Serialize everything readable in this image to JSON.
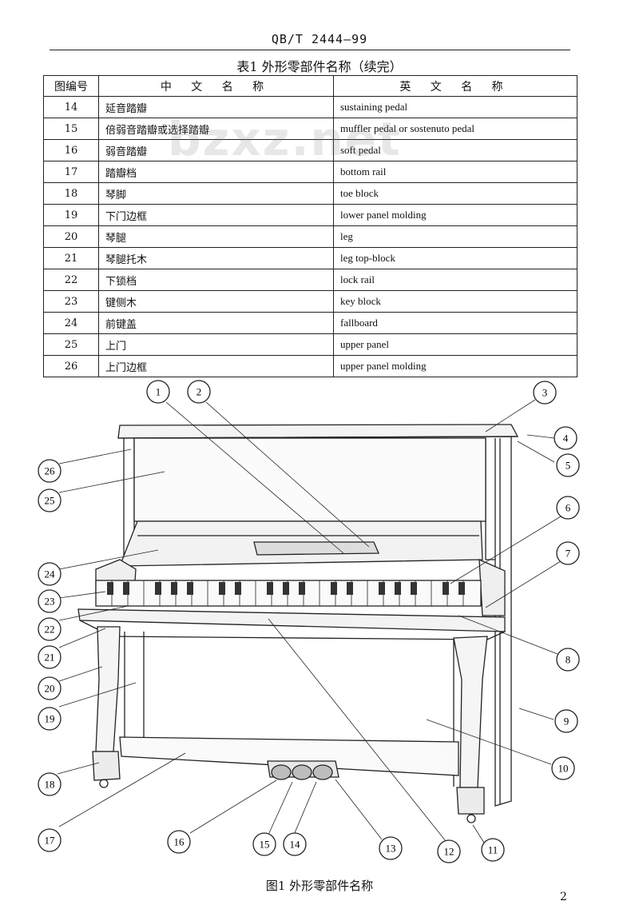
{
  "header": {
    "standard_code": "QB/T 2444—99"
  },
  "table": {
    "caption": "表1  外形零部件名称（续完）",
    "headers": {
      "no": "图编号",
      "zh": "中 文 名 称",
      "en": "英 文 名 称"
    },
    "rows": [
      {
        "no": "14",
        "zh": "延音踏瓣",
        "en": "sustaining pedal"
      },
      {
        "no": "15",
        "zh": "倍弱音踏瓣或选择踏瓣",
        "en": "muffler pedal or sostenuto pedal"
      },
      {
        "no": "16",
        "zh": "弱音踏瓣",
        "en": "soft pedal"
      },
      {
        "no": "17",
        "zh": "踏瓣档",
        "en": "bottom rail"
      },
      {
        "no": "18",
        "zh": "琴脚",
        "en": "toe block"
      },
      {
        "no": "19",
        "zh": "下门边框",
        "en": "lower panel molding"
      },
      {
        "no": "20",
        "zh": "琴腿",
        "en": "leg"
      },
      {
        "no": "21",
        "zh": "琴腿托木",
        "en": "leg top-block"
      },
      {
        "no": "22",
        "zh": "下锁档",
        "en": "lock rail"
      },
      {
        "no": "23",
        "zh": "键侧木",
        "en": "key block"
      },
      {
        "no": "24",
        "zh": "前键盖",
        "en": "fallboard"
      },
      {
        "no": "25",
        "zh": "上门",
        "en": "upper panel"
      },
      {
        "no": "26",
        "zh": "上门边框",
        "en": "upper panel molding"
      }
    ]
  },
  "figure": {
    "callouts": [
      "1",
      "2",
      "3",
      "4",
      "5",
      "6",
      "7",
      "8",
      "9",
      "10",
      "11",
      "12",
      "13",
      "14",
      "15",
      "16",
      "17",
      "18",
      "19",
      "20",
      "21",
      "22",
      "23",
      "24",
      "25",
      "26"
    ],
    "caption": "图1  外形零部件名称"
  },
  "watermark": "bzxz.net",
  "page_number": "2"
}
